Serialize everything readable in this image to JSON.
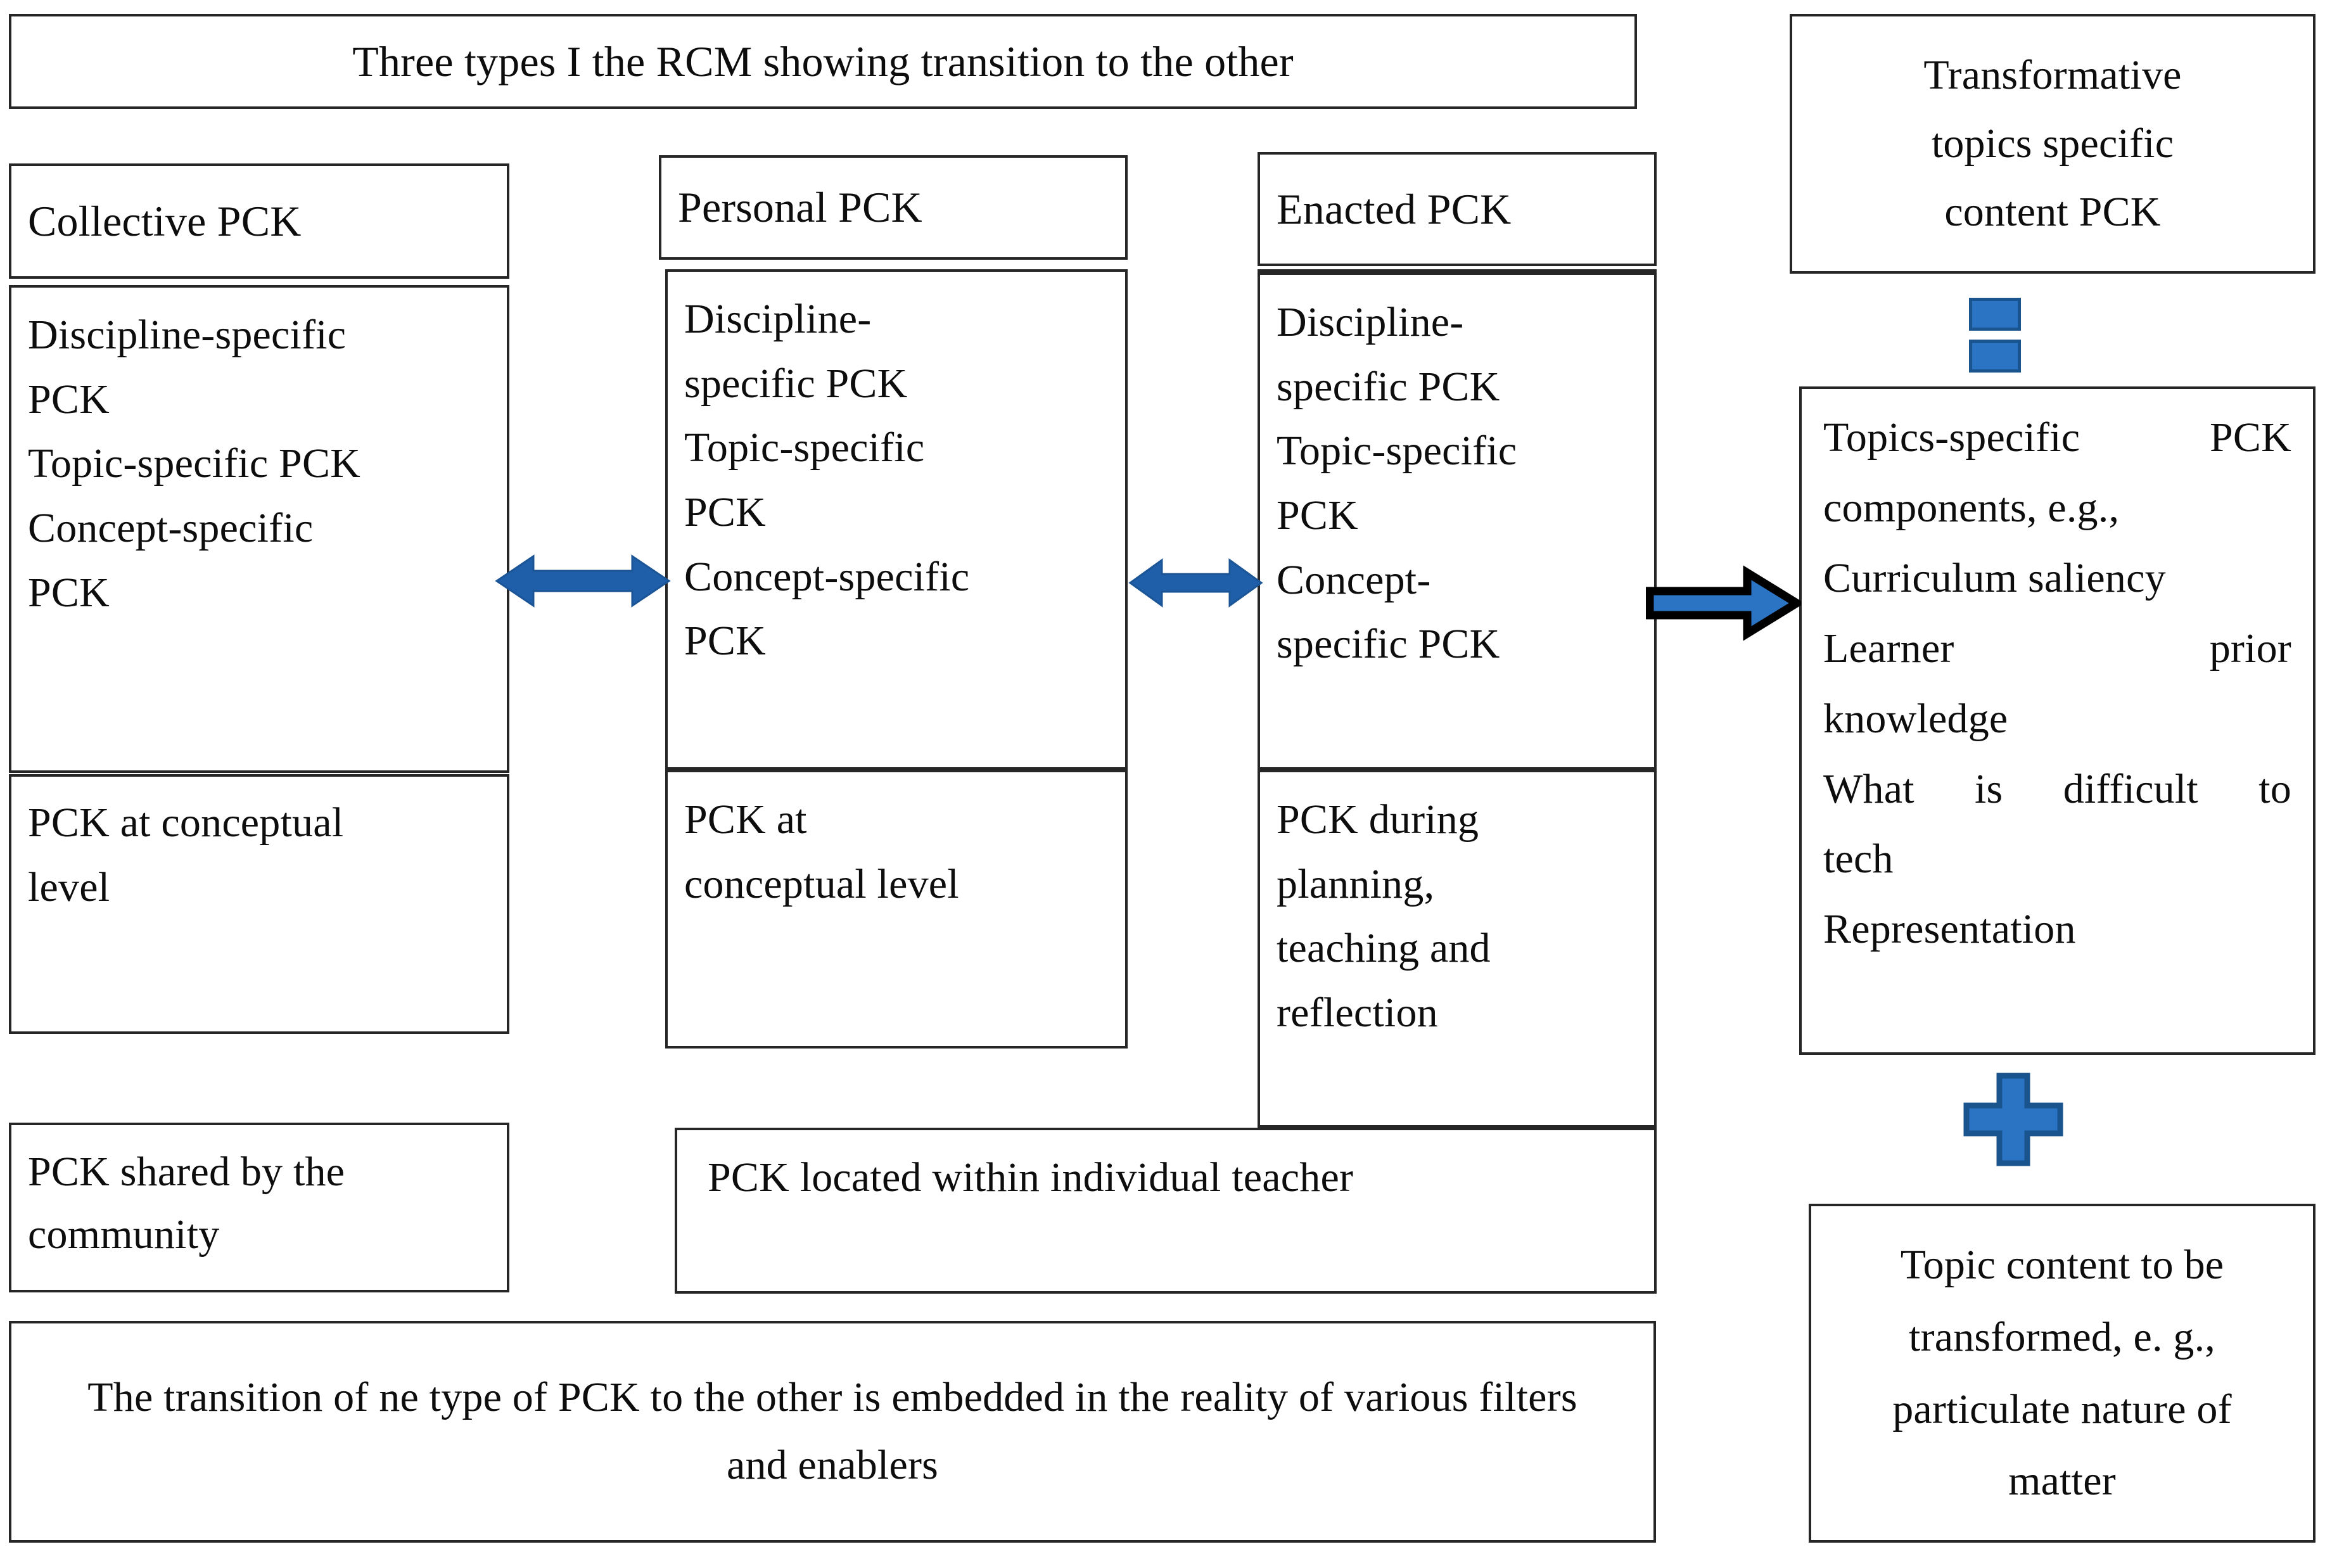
{
  "diagram": {
    "title_banner": "Three types I the RCM showing transition to the other",
    "columns": [
      {
        "key": "collective",
        "header": "Collective PCK",
        "components_lines": [
          "Discipline-specific",
          "PCK",
          "Topic-specific PCK",
          "Concept-specific",
          "PCK"
        ],
        "level_lines": [
          "PCK at conceptual",
          "level"
        ],
        "locus": "PCK shared by the community"
      },
      {
        "key": "personal",
        "header": "Personal PCK",
        "components_lines": [
          "Discipline-",
          "specific PCK",
          "Topic-specific",
          "PCK",
          "Concept-specific",
          "PCK"
        ],
        "level_lines": [
          "PCK at",
          "conceptual level"
        ],
        "locus": "PCK located within individual teacher"
      },
      {
        "key": "enacted",
        "header": "Enacted PCK",
        "components_lines": [
          "Discipline-",
          "specific PCK",
          "Topic-specific",
          "PCK",
          "Concept-",
          "specific PCK"
        ],
        "level_lines": [
          "PCK during",
          "planning,",
          "teaching and",
          "reflection"
        ],
        "locus": ""
      }
    ],
    "footer_banner": "The transition of ne type of PCK to the other is embedded in the reality of various filters and enablers",
    "right_panel": {
      "top_box_lines": [
        "Transformative",
        "topics specific",
        "content PCK"
      ],
      "equals_icon": "equals-icon",
      "components_box_lines": [
        "Topics-specific PCK",
        "components, e.g.,",
        "Curriculum saliency",
        "Learner prior",
        "knowledge",
        "What is difficult to",
        "tech",
        "Representation"
      ],
      "plus_icon": "plus-icon",
      "bottom_box_lines": [
        "Topic content to be",
        "transformed, e. g.,",
        "particulate nature of",
        "matter"
      ]
    },
    "connectors": [
      {
        "name": "collective-personal-arrow",
        "kind": "double-headed",
        "color": "#1f5fa9"
      },
      {
        "name": "personal-enacted-arrow",
        "kind": "double-headed",
        "color": "#1f5fa9"
      },
      {
        "name": "enacted-transformative-arrow",
        "kind": "single-right-block",
        "color": "#2b74c4",
        "outline": "#000000"
      }
    ],
    "colors": {
      "border": "#262626",
      "text": "#0d0d0d",
      "accent_blue": "#2b74c4",
      "accent_blue_dark": "#1f5fa9",
      "background": "#ffffff"
    }
  }
}
